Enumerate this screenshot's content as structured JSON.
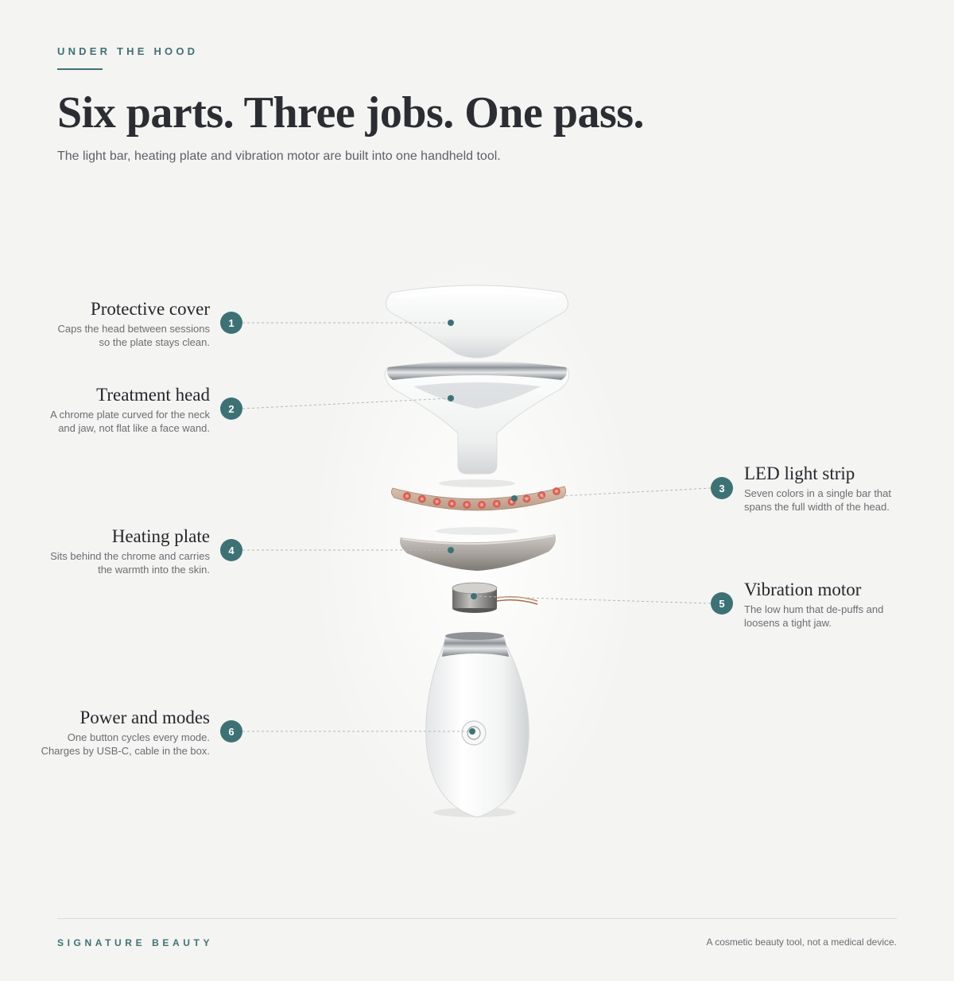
{
  "header": {
    "eyebrow": "UNDER THE HOOD",
    "title": "Six parts. Three jobs. One pass.",
    "subtitle": "The light bar, heating plate and vibration motor are built into one handheld tool."
  },
  "parts": [
    {
      "number": "1",
      "title": "Protective cover",
      "desc": [
        "Caps the head between sessions",
        "so the plate stays clean."
      ]
    },
    {
      "number": "2",
      "title": "Treatment head",
      "desc": [
        "A chrome plate curved for the neck",
        "and jaw, not flat like a face wand."
      ]
    },
    {
      "number": "3",
      "title": "LED light strip",
      "desc": [
        "Seven colors in a single bar that",
        "spans the full width of the head."
      ]
    },
    {
      "number": "4",
      "title": "Heating plate",
      "desc": [
        "Sits behind the chrome and carries",
        "the warmth into the skin."
      ]
    },
    {
      "number": "5",
      "title": "Vibration motor",
      "desc": [
        "The low hum that de-puffs and",
        "loosens a tight jaw."
      ]
    },
    {
      "number": "6",
      "title": "Power and modes",
      "desc": [
        "One button cycles every mode.",
        "Charges by USB-C, cable in the box."
      ]
    }
  ],
  "footer": {
    "brand": "SIGNATURE BEAUTY",
    "disclaimer": "A cosmetic beauty tool, not a medical device."
  },
  "colors": {
    "background": "#f4f4f2",
    "accent": "#3d7275",
    "led": "#e8594e",
    "chrome": "#b9bcc0"
  }
}
